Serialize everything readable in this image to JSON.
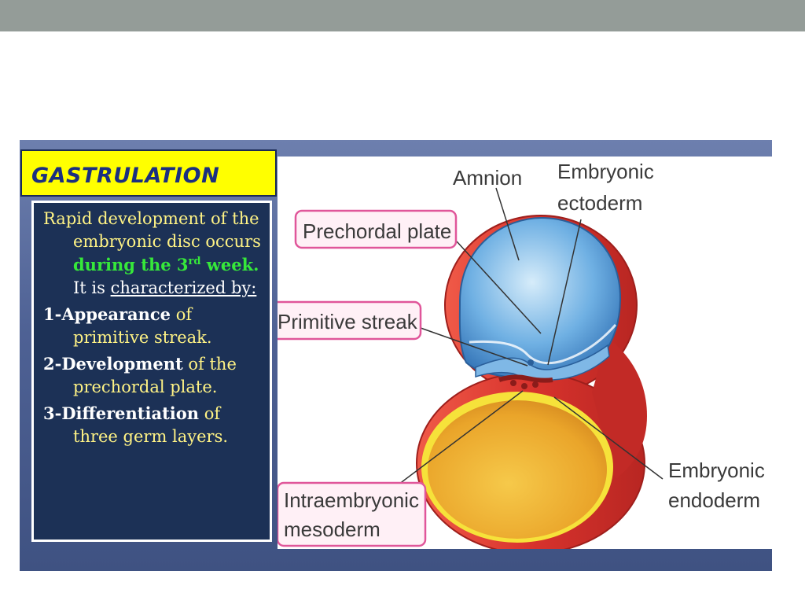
{
  "title": "GASTRULATION",
  "intro": {
    "line_a": "Rapid development of the embryonic disc occurs",
    "highlight_prefix": "during the 3",
    "highlight_sup": "rd",
    "highlight_suffix": "week.",
    "line_b": "It is",
    "underlined": "characterized by:"
  },
  "points": [
    {
      "lead": "1-Appearance",
      "rest": "of",
      "tail": "primitive streak."
    },
    {
      "lead": "2-Development",
      "rest": "of",
      "tail": "the prechordal plate."
    },
    {
      "lead": "3-Differentiation",
      "rest": "",
      "tail": "of three germ layers."
    }
  ],
  "diagram_labels": {
    "amnion": "Amnion",
    "embryonic_ectoderm_1": "Embryonic",
    "embryonic_ectoderm_2": "ectoderm",
    "prechordal_plate": "Prechordal plate",
    "primitive_streak": "Primitive streak",
    "embryonic_endoderm_1": "Embryonic",
    "embryonic_endoderm_2": "endoderm",
    "intraembryonic_mesoderm_1": "Intraembryonic",
    "intraembryonic_mesoderm_2": "mesoderm"
  },
  "colors": {
    "title_bg": "#ffff00",
    "title_text": "#1b2f80",
    "text_bg": "#1c3156",
    "text_yellow": "#fff385",
    "highlight_green": "#36e83a",
    "callout_border": "#e0569a",
    "outer_red": "#d8332d",
    "amnion_blue": "#3f86c9",
    "yolk_yellow": "#f0b82a"
  }
}
